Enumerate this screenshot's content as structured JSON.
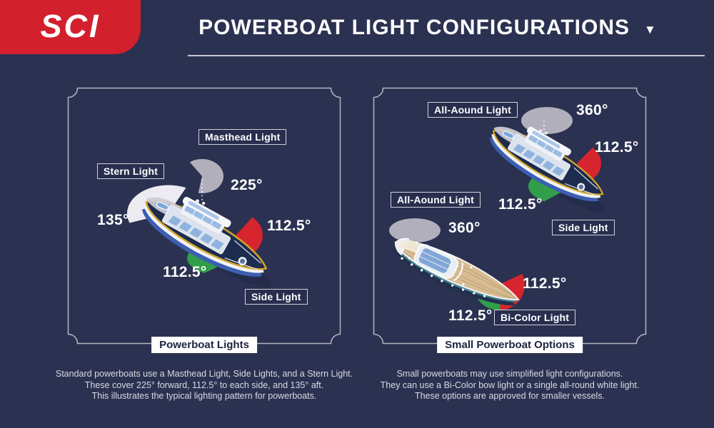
{
  "header": {
    "logo": "SCI",
    "title": "POWERBOAT LIGHT CONFIGURATIONS",
    "dropdown_icon": "▼"
  },
  "panels": {
    "left": {
      "title": "Powerboat Lights",
      "masthead_label": "Masthead Light",
      "stern_label": "Stern Light",
      "side_label": "Side Light",
      "angle_masthead": "225°",
      "angle_stern": "135°",
      "angle_side_starboard": "112.5°",
      "angle_side_port": "112.5°",
      "caption": [
        "Standard powerboats use a Masthead Light, Side Lights, and a Stern Light.",
        "These cover 225° forward, 112.5° to each side, and 135° aft.",
        "This illustrates the typical lighting pattern for powerboats."
      ]
    },
    "right": {
      "title": "Small Powerboat Options",
      "allround_label_top": "All-Aound Light",
      "allround_label_small": "All-Aound Light",
      "side_label": "Side Light",
      "bicolor_label": "Bi-Color Light",
      "angle_allround_top": "360°",
      "angle_allround_small": "360°",
      "angle_side_starboard": "112.5°",
      "angle_side_port": "112.5°",
      "angle_bicolor_starboard": "112.5°",
      "angle_bicolor_port": "112.5°",
      "caption": [
        "Small powerboats may use simplified light configurations.",
        "They can use a Bi-Color bow light or a single all-round white light.",
        "These options are approved for smaller vessels."
      ]
    }
  },
  "colors": {
    "background": "#2b3150",
    "brand_red": "#d2202c",
    "beam_red": "#d6252e",
    "beam_green": "#319e4a",
    "beam_gray": "#b2afbc",
    "beam_white": "#ecebf1",
    "hull_gold": "#d2a62b",
    "panel_border": "#b6b4c1"
  }
}
